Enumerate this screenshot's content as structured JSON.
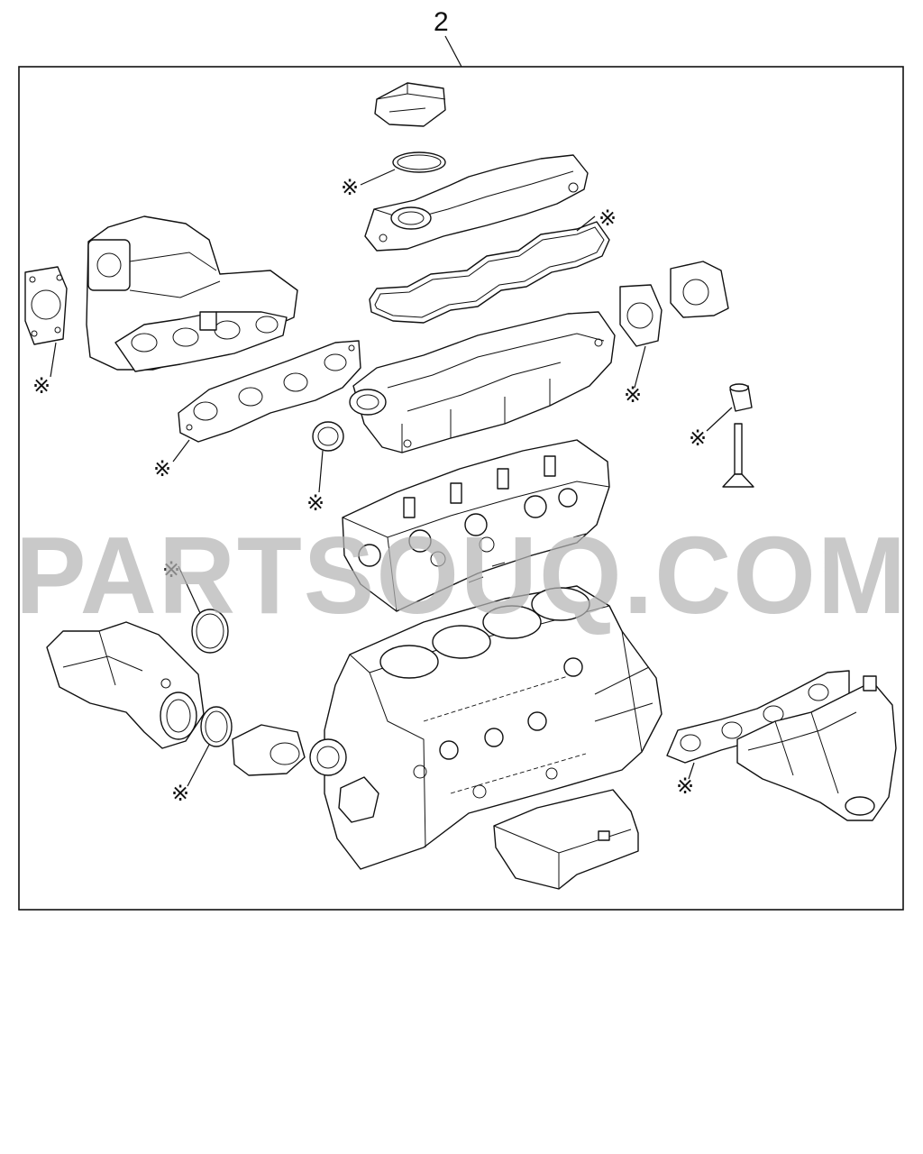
{
  "callout_number": "2",
  "kit_mark": "※",
  "watermark": "PARTSOUQ.COM",
  "colors": {
    "line": "#111111",
    "watermark": "#b4b4b4",
    "background": "#ffffff"
  },
  "components": [
    "oil-filler-cap",
    "filler-cap-o-ring",
    "cylinder-head-cover",
    "head-cover-gasket",
    "camshaft-carrier",
    "cylinder-head",
    "valve",
    "valve-stem-seal",
    "cylinder-block",
    "oil-pan",
    "intake-manifold",
    "intake-manifold-gasket",
    "throttle-gasket",
    "egr-valve",
    "egr-gasket",
    "camshaft-oil-seal",
    "water-outlet-pipe",
    "thermostat-housing",
    "pipe-o-ring-upper",
    "pipe-o-ring-lower",
    "exhaust-manifold",
    "exhaust-manifold-gasket"
  ]
}
